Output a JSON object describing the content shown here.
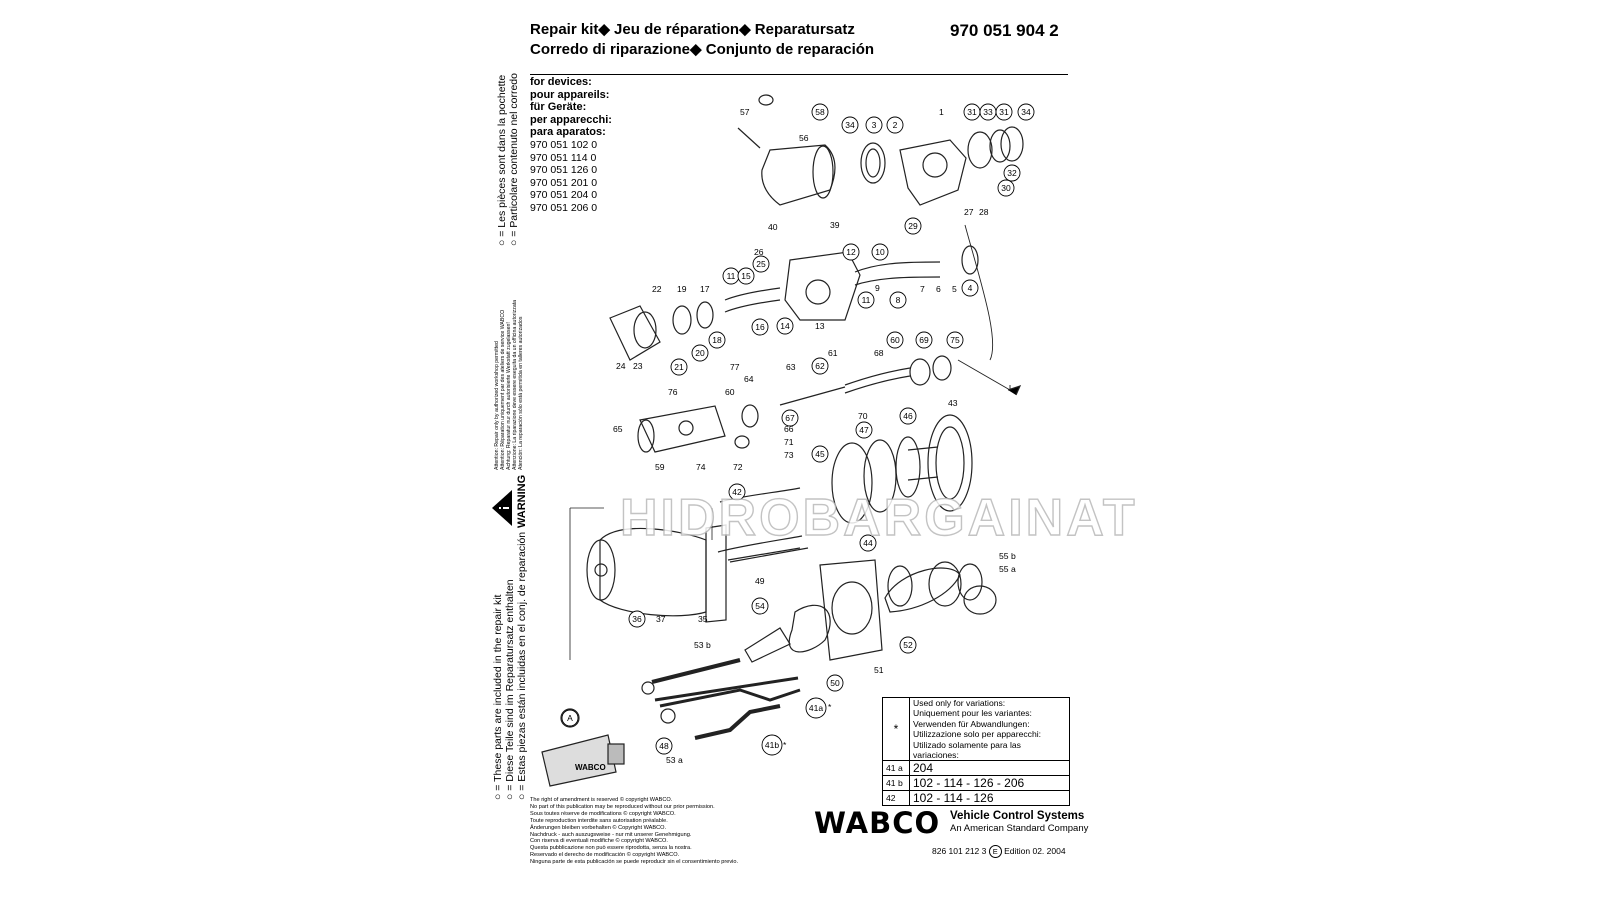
{
  "header": {
    "title_line1": "Repair kit◆ Jeu de réparation◆  Reparatursatz",
    "title_line2": "Corredo di riparazione◆ Conjunto de reparación",
    "part_number": "970 051 904 2"
  },
  "devices": {
    "labels": [
      "for devices:",
      "pour appareils:",
      "für Geräte:",
      "per apparecchi:",
      "para aparatos:"
    ],
    "numbers": [
      "970 051 102 0",
      "970 051 114 0",
      "970 051 126 0",
      "970 051 201 0",
      "970 051 204 0",
      "970 051 206 0"
    ]
  },
  "side_notes": {
    "pocket_lines": [
      "○ = Les pièces sont dans la pochette",
      "○ = Particolare contenuto nel corredo"
    ],
    "kit_lines": [
      "○ = These parts are included in the repair kit",
      "○ = Diese Teile sind im Reparatursatz enthalten",
      "○ = Estas piezas están incluidas en el conj. de reparación"
    ],
    "warning_label": "WARNING",
    "attention_lines": [
      "Attention: Repair only by authorized workshop permitted",
      "Attention: Réparation uniquement par des ateliers de service WABCO",
      "Achtung: Reparatur nur durch autorisierte Werkstatt zugelassen!",
      "Attenzione: La riparazione deve essere eseguita da un officina autorizzata",
      "Atención: La reparación sólo está permitida en talleres autorizados"
    ]
  },
  "variations_table": {
    "star": "*",
    "header_lines": [
      "Used only for variations:",
      "Uniquement pour les variantes:",
      "Verwenden für Abwandlungen:",
      "Utilizzazione solo per apparecchi:",
      "Utilizado solamente para las variaciones:"
    ],
    "rows": [
      {
        "key": "41 a",
        "value": "204"
      },
      {
        "key": "41 b",
        "value": "102 - 114 - 126 - 206"
      },
      {
        "key": "42",
        "value": "102 - 114 - 126"
      }
    ]
  },
  "legal": [
    "The right of amendment is reserved © copyright WABCO.",
    "No part of this publication may be reproduced without our prior permission.",
    "Sous toutes réserve de modifications © copyright WABCO.",
    "Toute reproduction interdite sans autorisation préalable.",
    "Änderungen bleiben vorbehalten © Copyright WABCO.",
    "Nachdruck - auch auszugsweise - nur mit unserer Genehmigung.",
    "Con riserva di eventuali modifiche © copyright WABCO.",
    "Questa pubblicazione non può essere riprodotta, senza la nostra.",
    "Reservado el derecho de modificación © copyright WABCO.",
    "Ninguna parte de esta publicación se puede reproducir sin el consentimiento previo."
  ],
  "brand": {
    "logo": "WABCO",
    "tagline": "Vehicle Control Systems",
    "company": "An American Standard Company"
  },
  "footer": {
    "doc_number": "826 101 212 3",
    "lang_code": "E",
    "edition": "Edition  02. 2004"
  },
  "tube_label": "WABCO",
  "watermark": "HIDROBARGAINAT",
  "callouts": {
    "circled": [
      "58",
      "34",
      "3",
      "2",
      "31",
      "33",
      "31",
      "34",
      "32",
      "30",
      "29",
      "12",
      "10",
      "25",
      "11",
      "15",
      "11",
      "8",
      "4",
      "14",
      "16",
      "18",
      "21",
      "20",
      "60",
      "69",
      "75",
      "62",
      "67",
      "47",
      "46",
      "45",
      "42",
      "44",
      "36",
      "54",
      "52",
      "50",
      "41a",
      "48",
      "41b",
      "A"
    ],
    "plain": [
      "57",
      "56",
      "40",
      "39",
      "1",
      "27",
      "28",
      "26",
      "22",
      "19",
      "17",
      "9",
      "7",
      "6",
      "5",
      "13",
      "24",
      "23",
      "77",
      "76",
      "61",
      "63",
      "68",
      "64",
      "60",
      "66",
      "71",
      "73",
      "65",
      "59",
      "74",
      "72",
      "70",
      "43",
      "55 b",
      "55 a",
      "49",
      "37",
      "35",
      "53 b",
      "51",
      "53 a",
      "*",
      "*"
    ]
  }
}
